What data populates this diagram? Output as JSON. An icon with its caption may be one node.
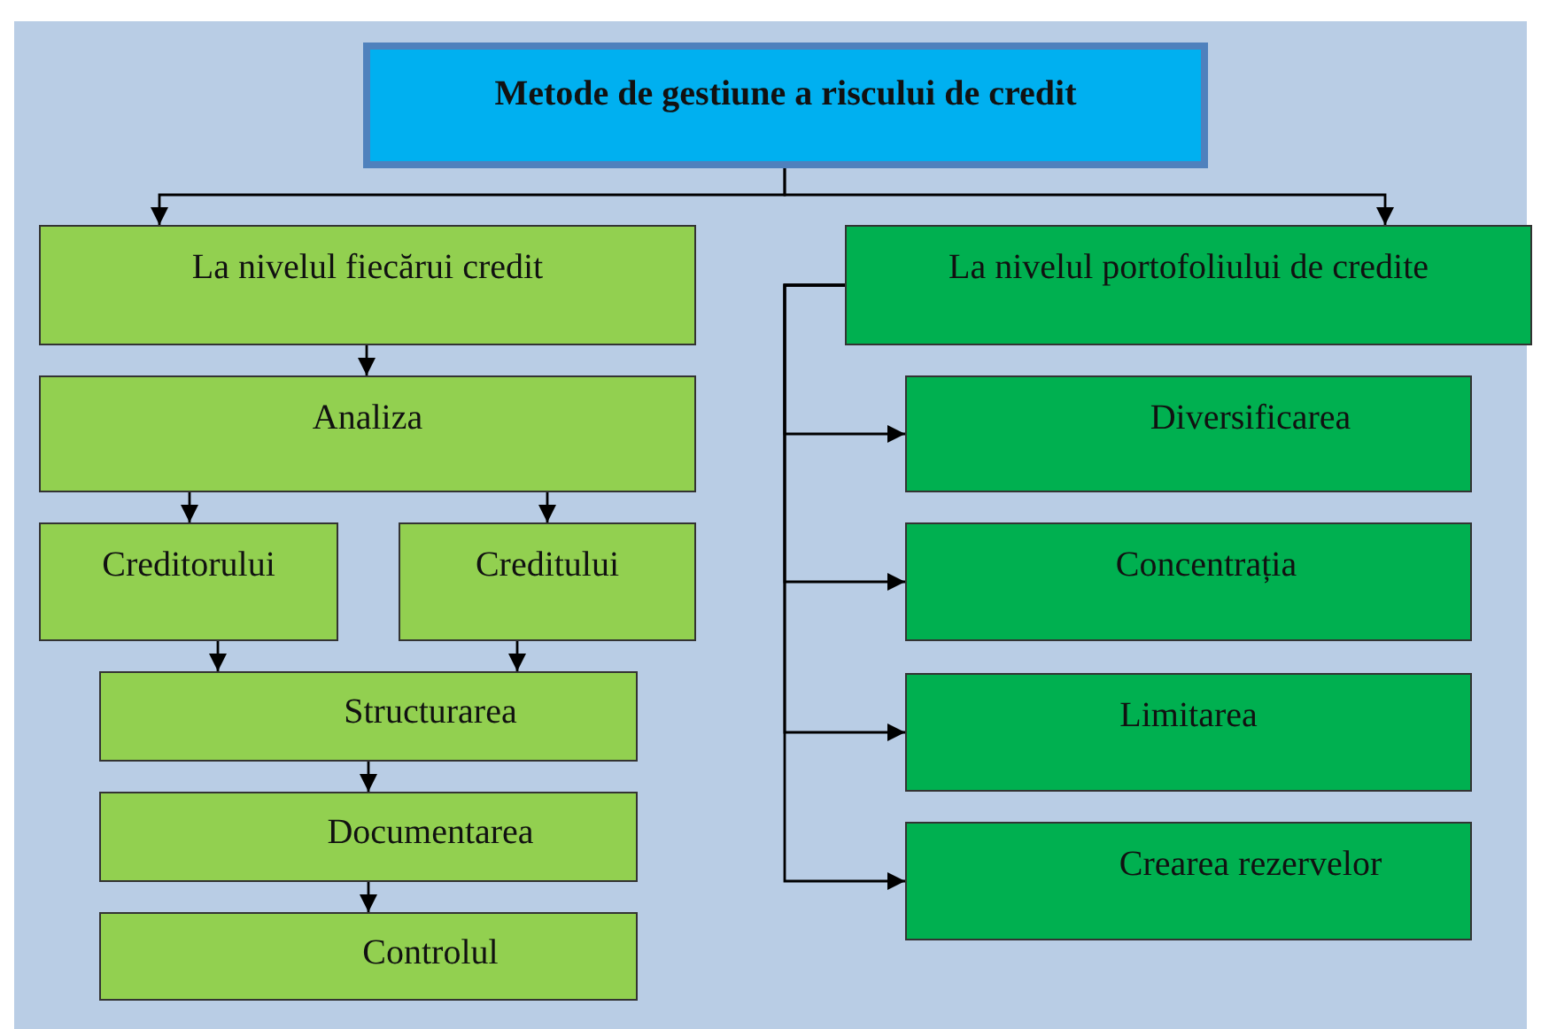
{
  "diagram": {
    "nodes": [
      {
        "text": [
          "Metode de gestiune a riscului de credit"
        ]
      },
      {
        "text": [
          "La nivelul fiecărui credit"
        ]
      },
      {
        "text": [
          "La nivelul portofoliului de credite"
        ]
      },
      {
        "text": [
          "Analiza"
        ]
      },
      {
        "text": [
          "Creditorului"
        ]
      },
      {
        "text": [
          "Creditului"
        ]
      },
      {
        "text": [
          "Structurarea"
        ]
      },
      {
        "text": [
          "Documentarea"
        ]
      },
      {
        "text": [
          "Controlul"
        ]
      },
      {
        "text": [
          "Diversificarea"
        ]
      },
      {
        "text": [
          "Concentrația"
        ]
      },
      {
        "text": [
          "Limitarea"
        ]
      },
      {
        "text": [
          "Crearea rezervelor"
        ]
      }
    ],
    "edges": [
      {
        "from": 0,
        "to": 1,
        "arrow": "to"
      },
      {
        "from": 0,
        "to": 2,
        "arrow": "to"
      },
      {
        "from": 1,
        "to": 3,
        "arrow": "to"
      },
      {
        "from": 3,
        "to": 4,
        "arrow": "to"
      },
      {
        "from": 3,
        "to": 5,
        "arrow": "to"
      },
      {
        "from": 4,
        "to": 6,
        "arrow": "to"
      },
      {
        "from": 5,
        "to": 6,
        "arrow": "to"
      },
      {
        "from": 6,
        "to": 7,
        "arrow": "to"
      },
      {
        "from": 7,
        "to": 8,
        "arrow": "to"
      },
      {
        "from": 2,
        "to": 9,
        "arrow": "to"
      },
      {
        "from": 2,
        "to": 10,
        "arrow": "to"
      },
      {
        "from": 2,
        "to": 11,
        "arrow": "to"
      },
      {
        "from": 2,
        "to": 12,
        "arrow": "to"
      }
    ]
  }
}
